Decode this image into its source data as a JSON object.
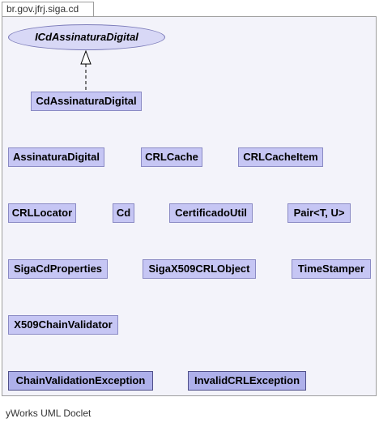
{
  "package": {
    "name": "br.gov.jfrj.siga.cd"
  },
  "interface": {
    "name": "ICdAssinaturaDigital"
  },
  "classes": {
    "cd_assinatura_digital": "CdAssinaturaDigital",
    "assinatura_digital": "AssinaturaDigital",
    "crl_cache": "CRLCache",
    "crl_cache_item": "CRLCacheItem",
    "crl_locator": "CRLLocator",
    "cd": "Cd",
    "certificado_util": "CertificadoUtil",
    "pair": "Pair<T, U>",
    "siga_cd_properties": "SigaCdProperties",
    "siga_x509_crl_object": "SigaX509CRLObject",
    "time_stamper": "TimeStamper",
    "x509_chain_validator": "X509ChainValidator"
  },
  "exceptions": {
    "chain_validation_exception": "ChainValidationException",
    "invalid_crl_exception": "InvalidCRLException"
  },
  "footer": {
    "text": "yWorks UML Doclet"
  }
}
